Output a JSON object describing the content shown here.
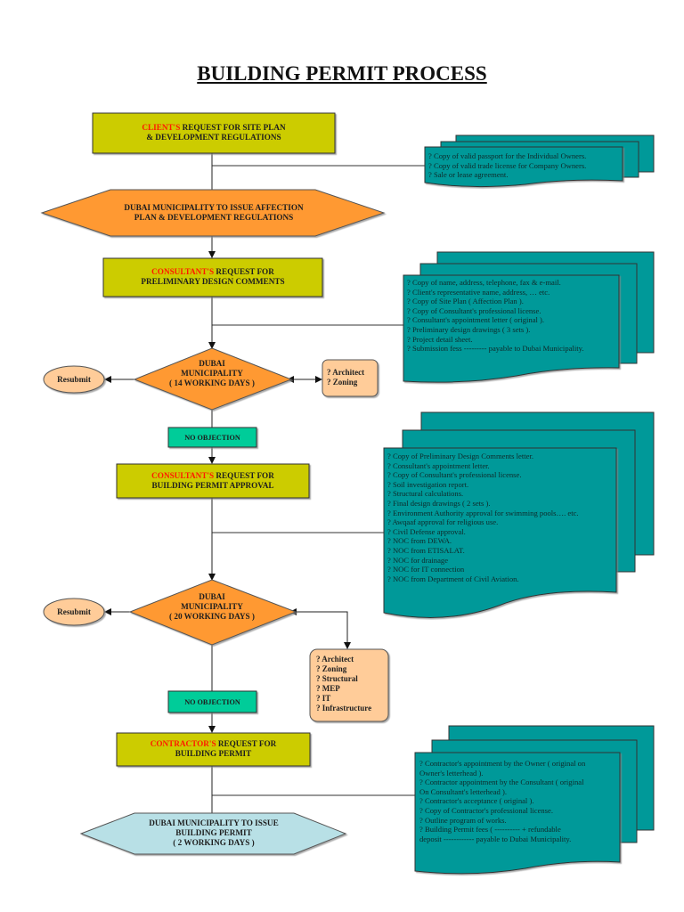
{
  "title": "BUILDING PERMIT PROCESS",
  "colors": {
    "request_box": "#cccc00",
    "municipality_orange": "#ff9933",
    "no_objection": "#00cc99",
    "resubmit": "#ffcc99",
    "document": "#009999",
    "final_hexagon": "#b8e0e6",
    "highlight_text": "#ff1a00"
  },
  "steps": {
    "client_request": {
      "highlight": "CLIENT'S",
      "line1_rest": " REQUEST FOR SITE PLAN",
      "line2": "& DEVELOPMENT REGULATIONS"
    },
    "affection_plan": {
      "line1": "DUBAI MUNICIPALITY TO ISSUE AFFECTION",
      "line2": "PLAN & DEVELOPMENT REGULATIONS"
    },
    "preliminary_request": {
      "highlight": "CONSULTANT'S",
      "line1_rest": " REQUEST FOR",
      "line2": "PRELIMINARY DESIGN COMMENTS"
    },
    "review_1": {
      "line1": "DUBAI",
      "line2": "MUNICIPALITY",
      "line3": "( 14 WORKING DAYS )"
    },
    "no_objection_1": "NO OBJECTION",
    "approval_request": {
      "highlight": "CONSULTANT'S",
      "line1_rest": " REQUEST FOR",
      "line2": "BUILDING PERMIT APPROVAL"
    },
    "review_2": {
      "line1": "DUBAI",
      "line2": "MUNICIPALITY",
      "line3": "( 20 WORKING DAYS )"
    },
    "no_objection_2": "NO OBJECTION",
    "contractor_request": {
      "highlight": "CONTRACTOR'S",
      "line1_rest": " REQUEST FOR",
      "line2": "BUILDING PERMIT"
    },
    "issue_permit": {
      "line1": "DUBAI MUNICIPALITY TO ISSUE",
      "line2": "BUILDING PERMIT",
      "line3": "( 2 WORKING DAYS )"
    }
  },
  "resubmit_1": "Resubmit",
  "resubmit_2": "Resubmit",
  "reviewers_1": [
    "? Architect",
    "? Zoning"
  ],
  "reviewers_2": [
    "? Architect",
    "? Zoning",
    "? Structural",
    "? MEP",
    "? IT",
    "? Infrastructure"
  ],
  "documents": {
    "site_plan": [
      "? Copy of valid passport for the Individual Owners.",
      "? Copy of valid trade license for Company Owners.",
      "? Sale or lease agreement."
    ],
    "preliminary": [
      "? Copy of name, address, telephone, fax & e-mail.",
      "? Client's representative name, address, … etc.",
      "? Copy of Site Plan ( Affection Plan ).",
      "? Copy of Consultant's professional license.",
      "? Consultant's appointment letter ( original ).",
      "? Preliminary design drawings ( 3 sets ).",
      "? Project detail sheet.",
      "? Submission fess --------- payable to Dubai Municipality."
    ],
    "approval": [
      "? Copy of Preliminary Design Comments letter.",
      "? Consultant's appointment letter.",
      "? Copy of Consultant's professional license.",
      "? Soil investigation report.",
      "? Structural calculations.",
      "? Final design drawings ( 2 sets ).",
      "? Environment Authority approval for swimming pools…. etc.",
      "? Awqaaf approval for religious use.",
      "? Civil Defense approval.",
      "? NOC from DEWA.",
      "? NOC from ETISALAT.",
      "? NOC for drainage",
      "? NOC for IT connection",
      "? NOC from Department of Civil Aviation."
    ],
    "contractor": [
      "? Contractor's appointment by the Owner ( original on",
      "Owner's letterhead ).",
      "? Contractor appointment by the Consultant ( original",
      "On Consultant's letterhead ).",
      "? Contractor's acceptance ( original ).",
      "? Copy of Contractor's professional license.",
      "? Outline program of works.",
      "? Building Permit fees ( ---------- + refundable",
      "deposit ------------ payable to Dubai Municipality."
    ]
  }
}
